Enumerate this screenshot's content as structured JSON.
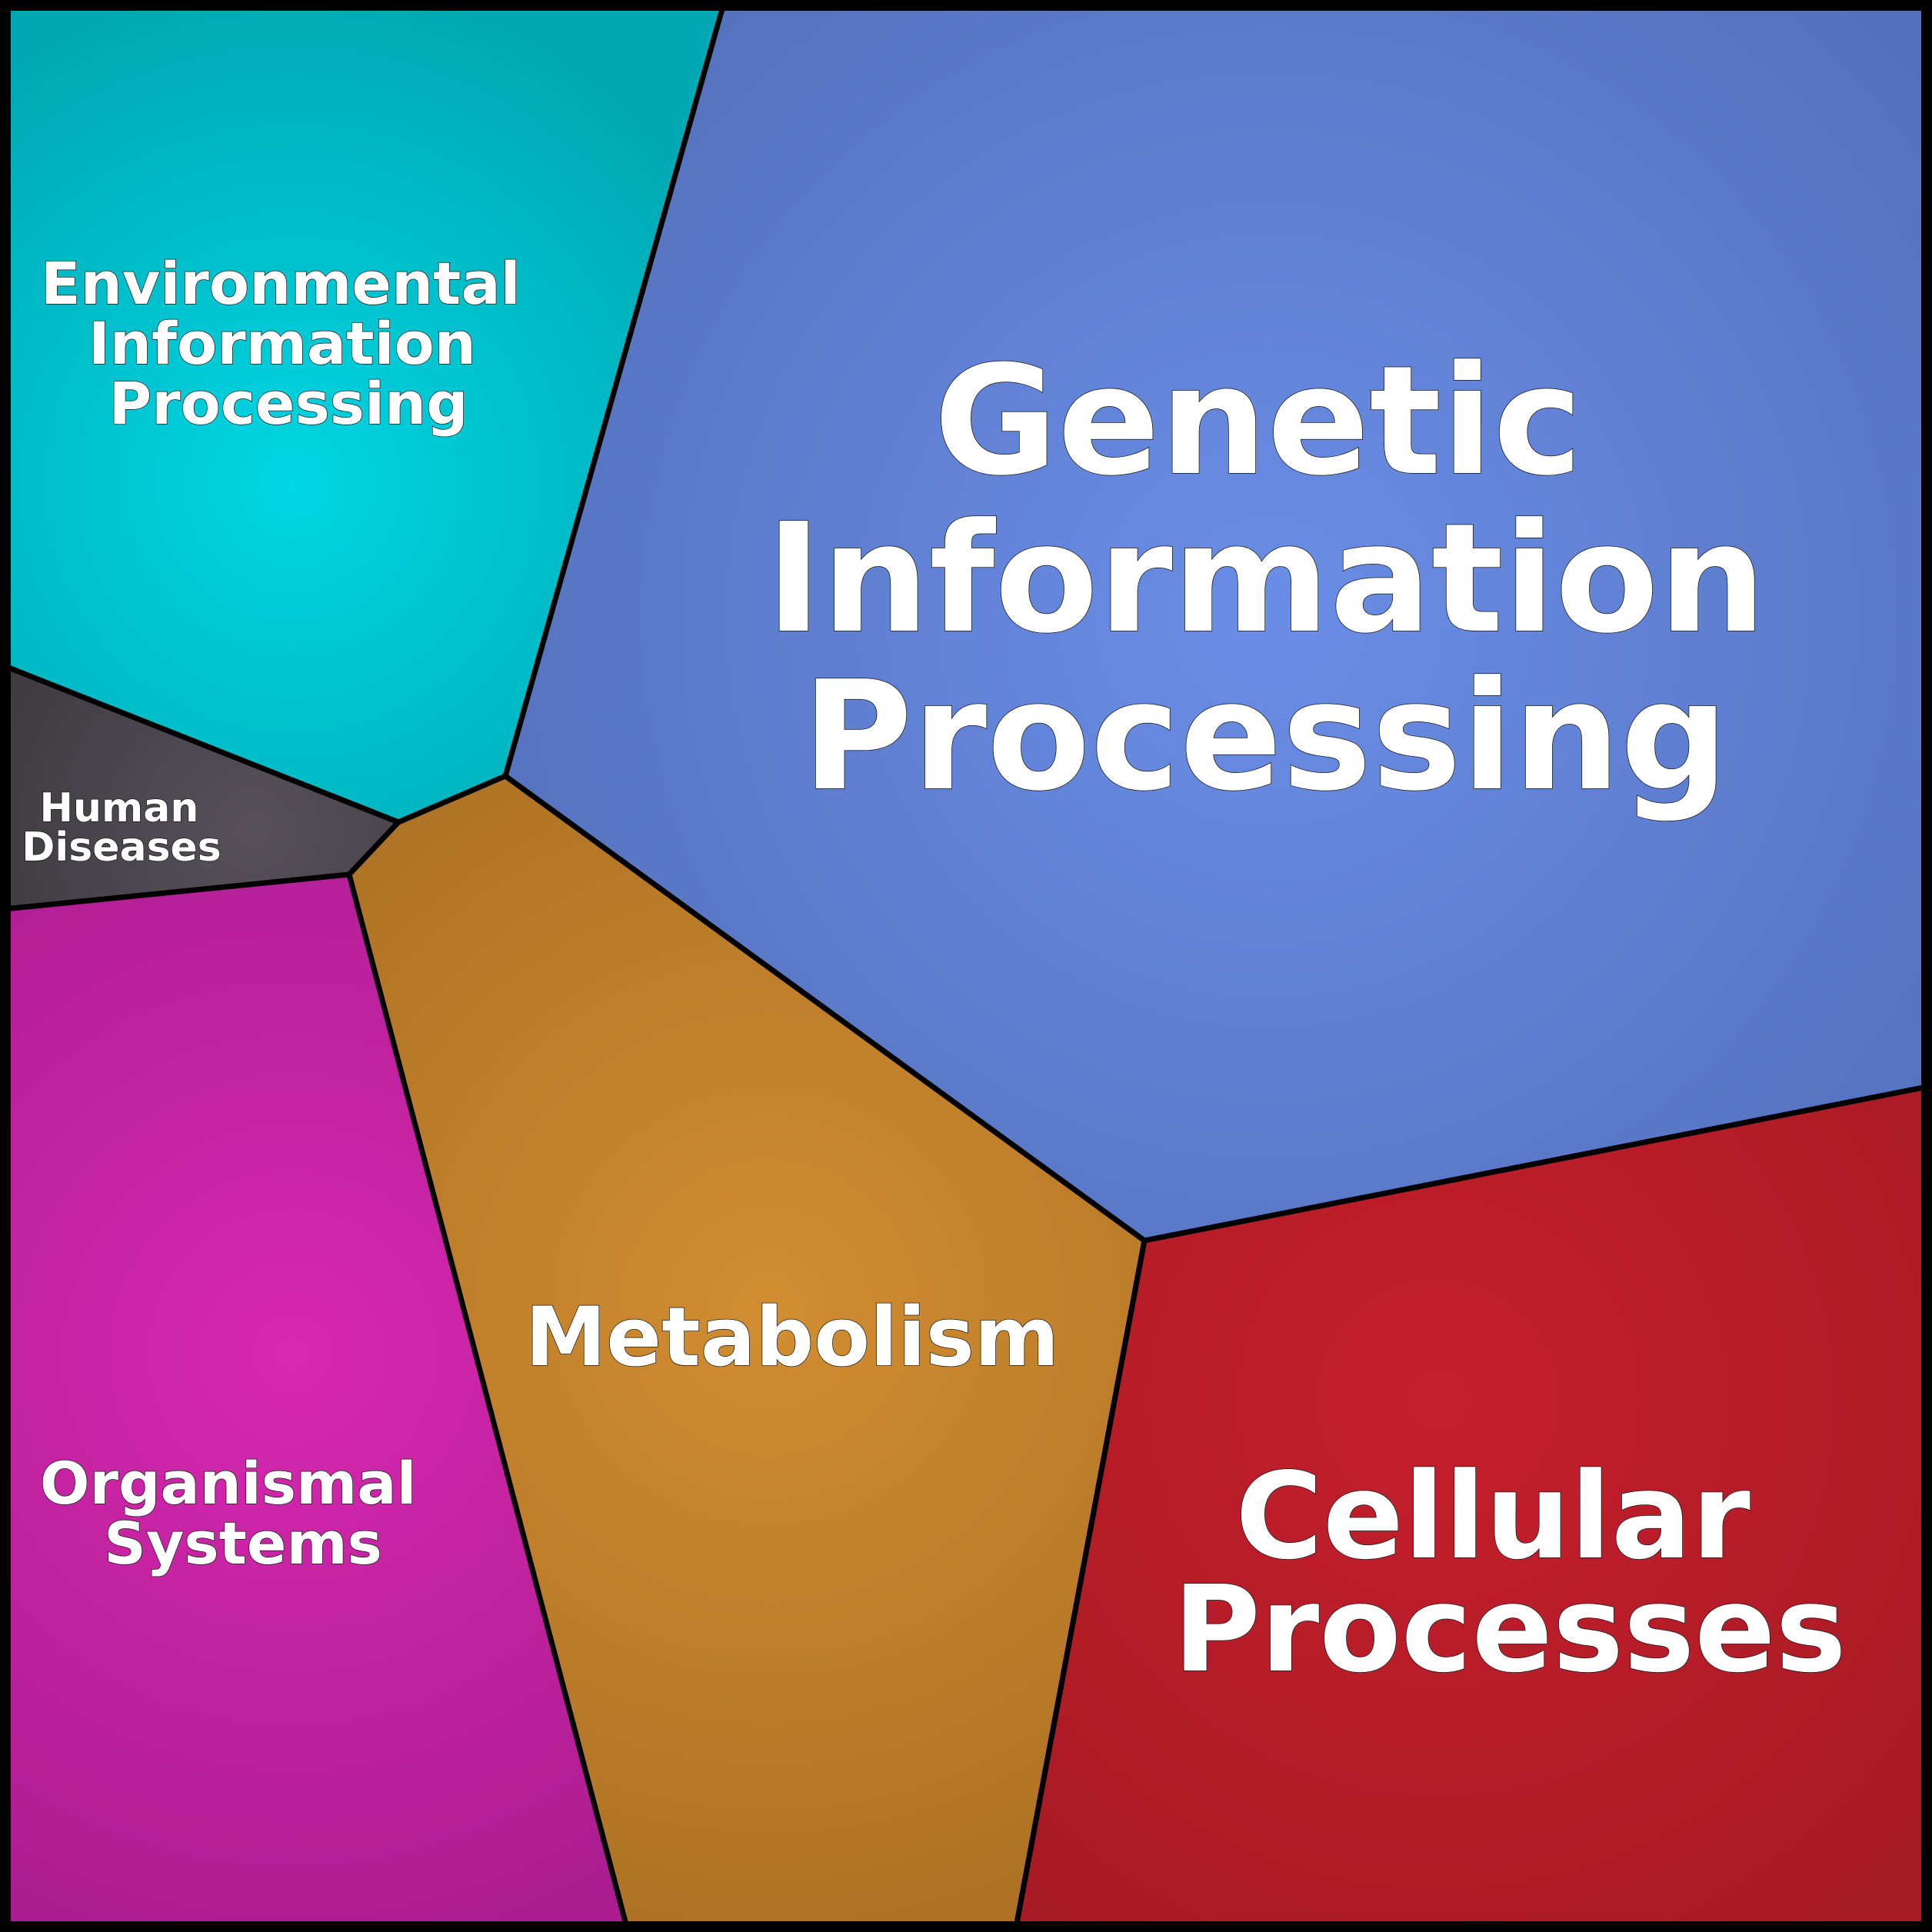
{
  "regions": [
    {
      "id": "genetic",
      "lines": [
        "Genetic",
        "Information",
        "Processing"
      ],
      "color_center": "#6a8ee6",
      "color_edge": "#5471bd"
    },
    {
      "id": "environmental",
      "lines": [
        "Environmental",
        "Information",
        "Processing"
      ],
      "color_center": "#00d6e4",
      "color_edge": "#00a9b3"
    },
    {
      "id": "human-diseases",
      "lines": [
        "Human",
        "Diseases"
      ],
      "color_center": "#57505a",
      "color_edge": "#3c383d"
    },
    {
      "id": "organismal",
      "lines": [
        "Organismal",
        "Systems"
      ],
      "color_center": "#d828b0",
      "color_edge": "#ab1d90"
    },
    {
      "id": "metabolism",
      "lines": [
        "Metabolism"
      ],
      "color_center": "#d28d31",
      "color_edge": "#ad7224"
    },
    {
      "id": "cellular",
      "lines": [
        "Cellular",
        "Processes"
      ],
      "color_center": "#c41f2c",
      "color_edge": "#a61a24"
    }
  ]
}
